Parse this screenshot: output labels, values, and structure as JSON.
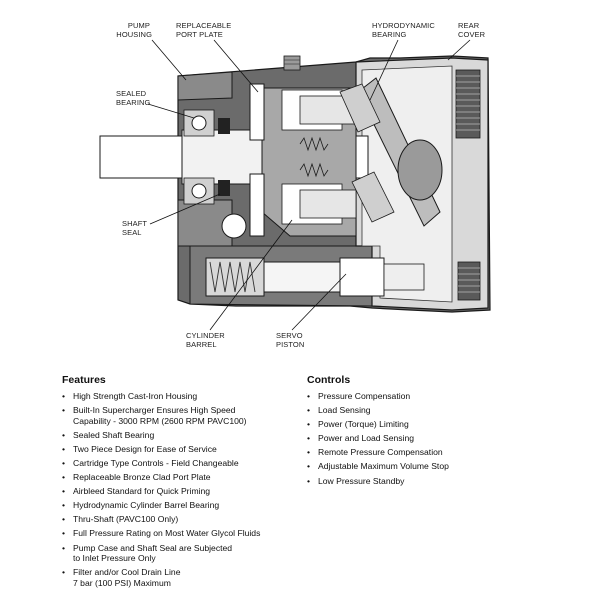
{
  "diagram": {
    "labels": {
      "pump_housing": [
        "PUMP",
        "HOUSING"
      ],
      "port_plate": [
        "REPLACEABLE",
        "PORT PLATE"
      ],
      "hydro_bearing": [
        "HYDRODYNAMIC",
        "BEARING"
      ],
      "rear_cover": [
        "REAR",
        "COVER"
      ],
      "sealed_bearing": [
        "SEALED",
        "BEARING"
      ],
      "shaft_seal": [
        "SHAFT",
        "SEAL"
      ],
      "cylinder_barrel": [
        "CYLINDER",
        "BARREL"
      ],
      "servo_piston": [
        "SERVO",
        "PISTON"
      ]
    }
  },
  "features": {
    "heading": "Features",
    "items": [
      [
        "High Strength Cast-Iron Housing"
      ],
      [
        "Built-In Supercharger Ensures High Speed",
        "Capability - 3000 RPM (2600 RPM PAVC100)"
      ],
      [
        "Sealed Shaft Bearing"
      ],
      [
        "Two Piece Design for Ease of Service"
      ],
      [
        "Cartridge Type Controls - Field Changeable"
      ],
      [
        "Replaceable Bronze Clad Port Plate"
      ],
      [
        "Airbleed Standard for Quick Priming"
      ],
      [
        "Hydrodynamic Cylinder Barrel Bearing"
      ],
      [
        "Thru-Shaft (PAVC100 Only)"
      ],
      [
        "Full Pressure Rating on Most Water Glycol Fluids"
      ],
      [
        "Pump Case and Shaft Seal are Subjected",
        "to Inlet Pressure Only"
      ],
      [
        "Filter and/or Cool Drain Line",
        "7 bar (100 PSI) Maximum"
      ]
    ]
  },
  "controls": {
    "heading": "Controls",
    "items": [
      "Pressure Compensation",
      "Load Sensing",
      "Power (Torque) Limiting",
      "Power and Load Sensing",
      "Remote Pressure Compensation",
      "Adjustable Maximum Volume Stop",
      "Low Pressure Standby"
    ]
  }
}
